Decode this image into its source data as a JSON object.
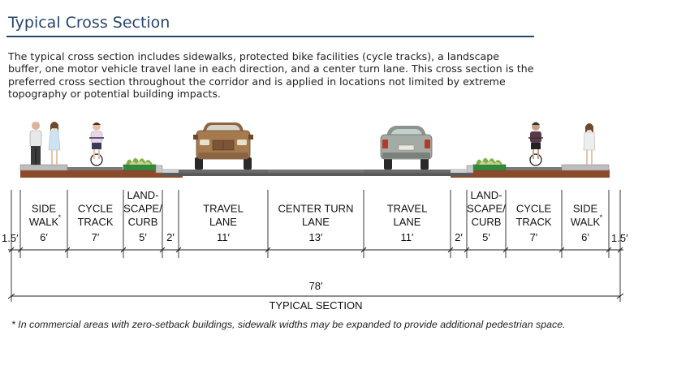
{
  "title": "Typical Cross Section",
  "intro": "The typical cross section includes sidewalks, protected bike facilities (cycle tracks), a landscape buffer, one motor vehicle travel lane in each direction, and a center turn lane. This cross section is the preferred cross section throughout the corridor and is applied in locations not limited by extreme topography or potential building impacts.",
  "segments": [
    {
      "lines": [
        "SIDE",
        "WALK"
      ],
      "asterisk": true,
      "width": "6′"
    },
    {
      "lines": [
        "CYCLE",
        "TRACK"
      ],
      "asterisk": false,
      "width": "7′"
    },
    {
      "lines": [
        "LAND-",
        "SCAPE/",
        "CURB"
      ],
      "asterisk": false,
      "width": "5′"
    },
    {
      "lines": [],
      "asterisk": false,
      "width": "2′"
    },
    {
      "lines": [
        "TRAVEL",
        "LANE"
      ],
      "asterisk": false,
      "width": "11′"
    },
    {
      "lines": [
        "CENTER TURN",
        "LANE"
      ],
      "asterisk": false,
      "width": "13′"
    },
    {
      "lines": [
        "TRAVEL",
        "LANE"
      ],
      "asterisk": false,
      "width": "11′"
    },
    {
      "lines": [],
      "asterisk": false,
      "width": "2′"
    },
    {
      "lines": [
        "LAND-",
        "SCAPE/",
        "CURB"
      ],
      "asterisk": false,
      "width": "5′"
    },
    {
      "lines": [
        "CYCLE",
        "TRACK"
      ],
      "asterisk": false,
      "width": "7′"
    },
    {
      "lines": [
        "SIDE",
        "WALK"
      ],
      "asterisk": true,
      "width": "6′"
    }
  ],
  "edge_left": "1.5′",
  "edge_right": "1.5′",
  "asterisk_mark": "*",
  "total_width": "78′",
  "total_label": "TYPICAL SECTION",
  "footnote": "* In commercial areas with zero-setback buildings, sidewalk widths may be expanded to provide additional pedestrian space.",
  "colors": {
    "title": "#27466a",
    "sidewalk": "#b9b9b9",
    "soil": "#8b4a2a",
    "road": "#6a6a6a",
    "planter": "#2f8a3a",
    "car_brown": "#a67a4f",
    "car_gray": "#a4aaa4"
  },
  "icons": [
    "pedestrian-couple",
    "cyclist",
    "planter-bush",
    "pickup-truck-front",
    "suv-rear"
  ]
}
